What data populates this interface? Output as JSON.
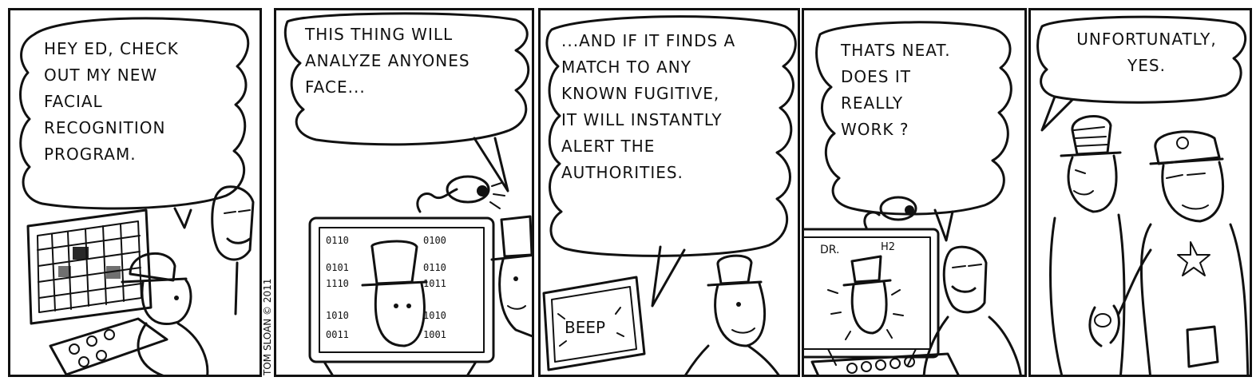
{
  "comic": {
    "panels": [
      {
        "balloon": "HEY ED, CHECK\nOUT MY NEW\nFACIAL\nRECOGNITION\nPROGRAM."
      },
      {
        "balloon": "THIS THING WILL\nANALYZE ANYONES\nFACE...",
        "screen_codes": [
          "0110",
          "0100",
          "0101",
          "0110",
          "1110",
          "1011",
          "1010",
          "1010",
          "0011",
          "1001"
        ]
      },
      {
        "balloon": "...AND IF IT FINDS A\nMATCH TO ANY\nKNOWN FUGITIVE,\nIT WILL INSTANTLY\nALERT THE\nAUTHORITIES.",
        "screen_text": "BEEP"
      },
      {
        "balloon": "THATS NEAT.\nDOES IT\nREALLY\nWORK ?",
        "screen_label": "DR.",
        "screen_label_sub": "H2"
      },
      {
        "balloon": "UNFORTUNATLY,\nYES."
      }
    ],
    "signature": "TOM SLOAN © 2011"
  }
}
